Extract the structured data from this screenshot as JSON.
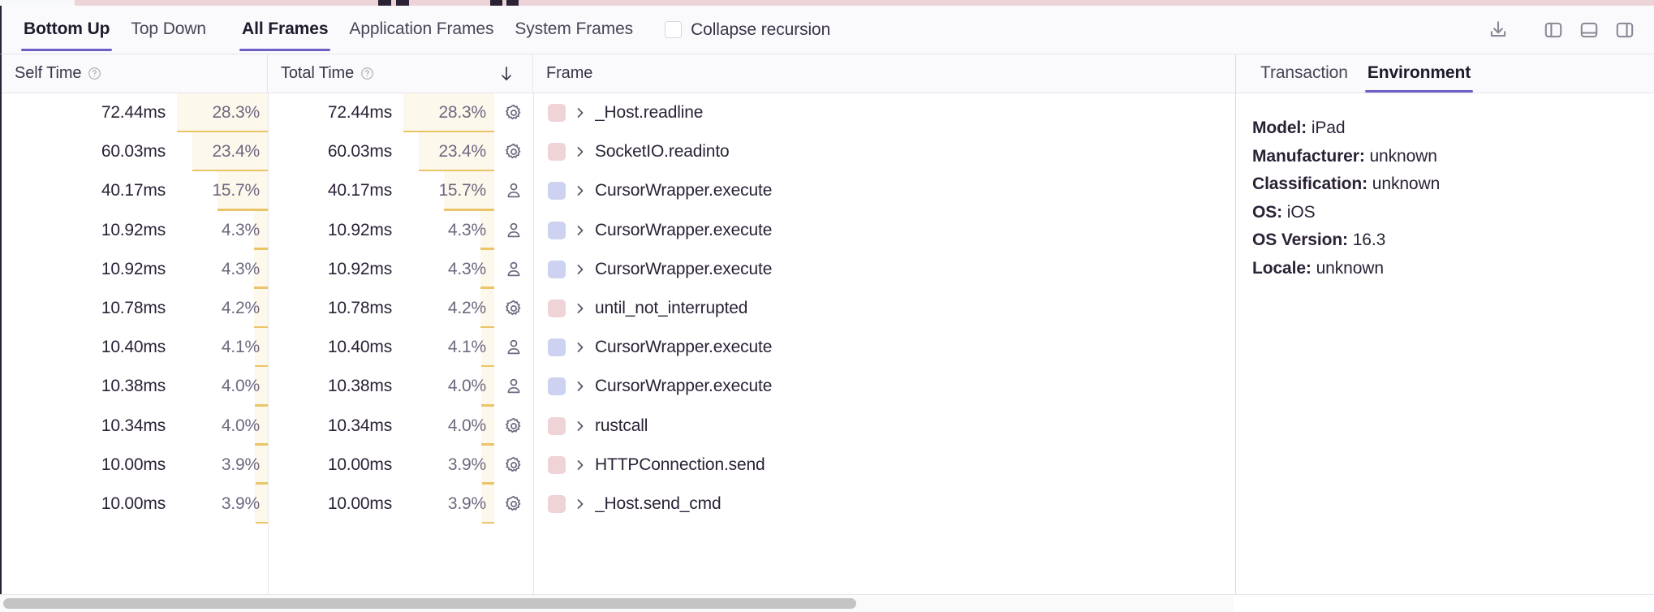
{
  "toolbar": {
    "tabs": [
      {
        "label": "Bottom Up",
        "active": true
      },
      {
        "label": "Top Down",
        "active": false
      },
      {
        "label": "All Frames",
        "active": true
      },
      {
        "label": "Application Frames",
        "active": false
      },
      {
        "label": "System Frames",
        "active": false
      }
    ],
    "collapse_recursion_label": "Collapse recursion",
    "collapse_recursion_checked": false,
    "icons": [
      {
        "name": "download-icon"
      },
      {
        "name": "panel-left-icon"
      },
      {
        "name": "panel-bottom-icon"
      },
      {
        "name": "panel-right-icon"
      }
    ]
  },
  "table": {
    "columns": [
      {
        "key": "self_time",
        "label": "Self Time",
        "has_help": true,
        "sorted": false
      },
      {
        "key": "total_time",
        "label": "Total Time",
        "has_help": true,
        "sorted": true,
        "sort_dir": "desc"
      },
      {
        "key": "frame",
        "label": "Frame",
        "has_help": false,
        "sorted": false
      }
    ],
    "rows": [
      {
        "self_time": "72.44ms",
        "self_pct": "28.3%",
        "total_time": "72.44ms",
        "total_pct": "28.3%",
        "pct_value": 28.3,
        "kind": "system",
        "icon": "gear-icon",
        "frame": "_Host.readline"
      },
      {
        "self_time": "60.03ms",
        "self_pct": "23.4%",
        "total_time": "60.03ms",
        "total_pct": "23.4%",
        "pct_value": 23.4,
        "kind": "system",
        "icon": "gear-icon",
        "frame": "SocketIO.readinto"
      },
      {
        "self_time": "40.17ms",
        "self_pct": "15.7%",
        "total_time": "40.17ms",
        "total_pct": "15.7%",
        "pct_value": 15.7,
        "kind": "application",
        "icon": "person-icon",
        "frame": "CursorWrapper.execute"
      },
      {
        "self_time": "10.92ms",
        "self_pct": "4.3%",
        "total_time": "10.92ms",
        "total_pct": "4.3%",
        "pct_value": 4.3,
        "kind": "application",
        "icon": "person-icon",
        "frame": "CursorWrapper.execute"
      },
      {
        "self_time": "10.92ms",
        "self_pct": "4.3%",
        "total_time": "10.92ms",
        "total_pct": "4.3%",
        "pct_value": 4.3,
        "kind": "application",
        "icon": "person-icon",
        "frame": "CursorWrapper.execute"
      },
      {
        "self_time": "10.78ms",
        "self_pct": "4.2%",
        "total_time": "10.78ms",
        "total_pct": "4.2%",
        "pct_value": 4.2,
        "kind": "system",
        "icon": "gear-icon",
        "frame": "until_not_interrupted"
      },
      {
        "self_time": "10.40ms",
        "self_pct": "4.1%",
        "total_time": "10.40ms",
        "total_pct": "4.1%",
        "pct_value": 4.1,
        "kind": "application",
        "icon": "person-icon",
        "frame": "CursorWrapper.execute"
      },
      {
        "self_time": "10.38ms",
        "self_pct": "4.0%",
        "total_time": "10.38ms",
        "total_pct": "4.0%",
        "pct_value": 4.0,
        "kind": "application",
        "icon": "person-icon",
        "frame": "CursorWrapper.execute"
      },
      {
        "self_time": "10.34ms",
        "self_pct": "4.0%",
        "total_time": "10.34ms",
        "total_pct": "4.0%",
        "pct_value": 4.0,
        "kind": "system",
        "icon": "gear-icon",
        "frame": "rustcall"
      },
      {
        "self_time": "10.00ms",
        "self_pct": "3.9%",
        "total_time": "10.00ms",
        "total_pct": "3.9%",
        "pct_value": 3.9,
        "kind": "system",
        "icon": "gear-icon",
        "frame": "HTTPConnection.send"
      },
      {
        "self_time": "10.00ms",
        "self_pct": "3.9%",
        "total_time": "10.00ms",
        "total_pct": "3.9%",
        "pct_value": 3.9,
        "kind": "system",
        "icon": "gear-icon",
        "frame": "_Host.send_cmd"
      }
    ]
  },
  "side_panel": {
    "tabs": [
      {
        "label": "Transaction",
        "active": false
      },
      {
        "label": "Environment",
        "active": true
      }
    ],
    "environment": [
      {
        "key": "Model:",
        "value": "iPad"
      },
      {
        "key": "Manufacturer:",
        "value": "unknown"
      },
      {
        "key": "Classification:",
        "value": "unknown"
      },
      {
        "key": "OS:",
        "value": "iOS"
      },
      {
        "key": "OS Version:",
        "value": "16.3"
      },
      {
        "key": "Locale:",
        "value": "unknown"
      }
    ]
  },
  "colors": {
    "accent": "#6c5fc7",
    "swatch_system": "#efd3d6",
    "swatch_application": "#ccd2ef",
    "bar_fill": "#fdf8ec",
    "bar_underline": "#e8b84b",
    "text_primary": "#2b2236",
    "text_muted": "#6e6880"
  },
  "scrollbar": {
    "orientation": "horizontal",
    "thumb_fraction": 0.695
  }
}
